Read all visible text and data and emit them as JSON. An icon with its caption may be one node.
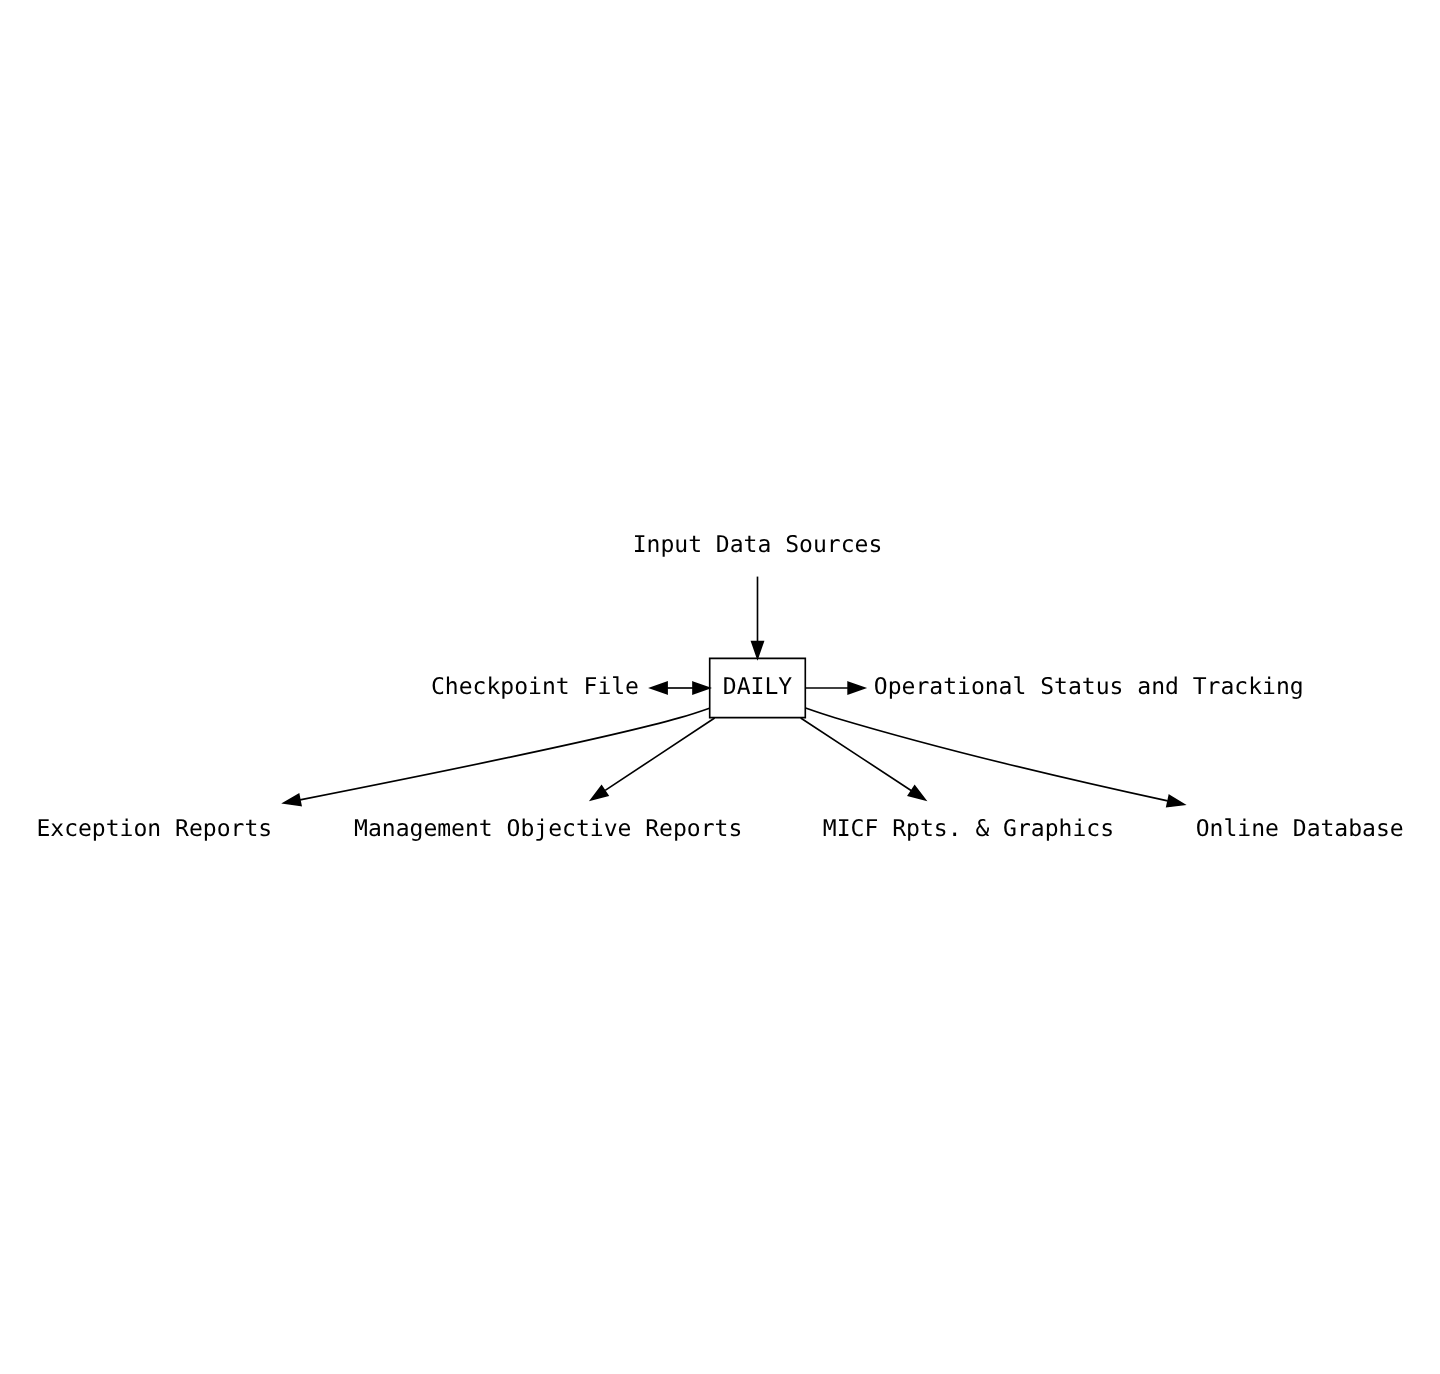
{
  "diagram": {
    "nodes": [
      {
        "text": [
          "Input Data Sources"
        ]
      },
      {
        "text": [
          "Checkpoint File"
        ]
      },
      {
        "text": [
          "DAILY"
        ]
      },
      {
        "text": [
          "Operational Status and Tracking"
        ]
      },
      {
        "text": [
          "Exception Reports"
        ]
      },
      {
        "text": [
          "Management Objective Reports"
        ]
      },
      {
        "text": [
          "MICF Rpts. & Graphics"
        ]
      },
      {
        "text": [
          "Online Database"
        ]
      }
    ],
    "edges": [
      {
        "from": 0,
        "to": 2,
        "arrow": "to"
      },
      {
        "from": 1,
        "to": 2,
        "arrow": "both"
      },
      {
        "from": 2,
        "to": 3,
        "arrow": "to"
      },
      {
        "from": 2,
        "to": 4,
        "arrow": "to"
      },
      {
        "from": 2,
        "to": 5,
        "arrow": "to"
      },
      {
        "from": 2,
        "to": 6,
        "arrow": "to"
      },
      {
        "from": 2,
        "to": 7,
        "arrow": "to"
      }
    ]
  }
}
